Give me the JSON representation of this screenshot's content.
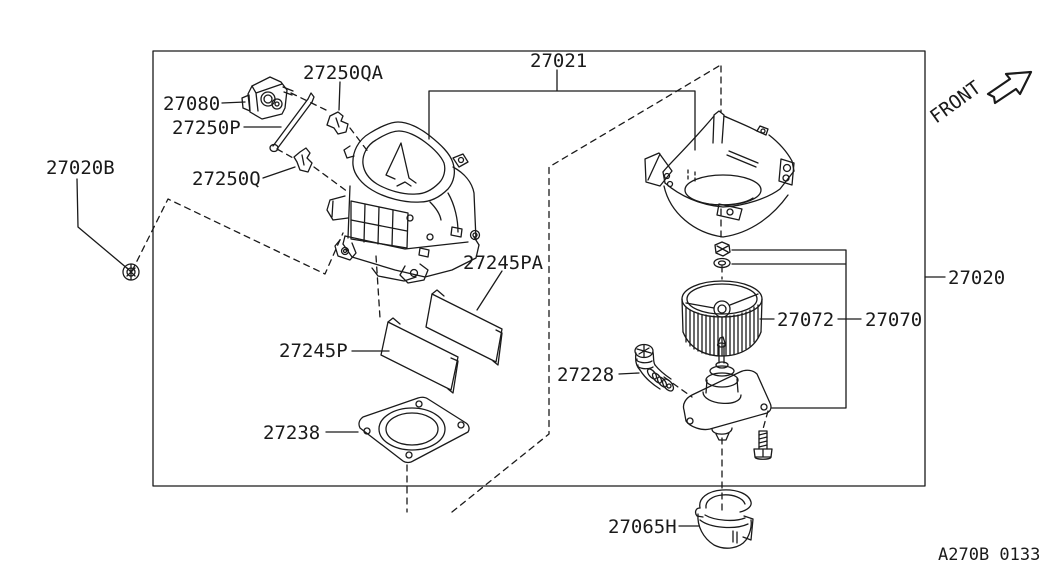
{
  "diagram": {
    "drawing_code": "A270B 0133",
    "front_indicator": "FRONT"
  },
  "labels": {
    "p27080": "27080",
    "p27250P": "27250P",
    "p27250QA": "27250QA",
    "p27250Q": "27250Q",
    "p27020B": "27020B",
    "p27021": "27021",
    "p27245PA": "27245PA",
    "p27245P": "27245P",
    "p27238": "27238",
    "p27228": "27228",
    "p27072": "27072",
    "p27070": "27070",
    "p27020": "27020",
    "p27065H": "27065H"
  },
  "colors": {
    "line": "#1a1a1a",
    "background": "#ffffff"
  }
}
